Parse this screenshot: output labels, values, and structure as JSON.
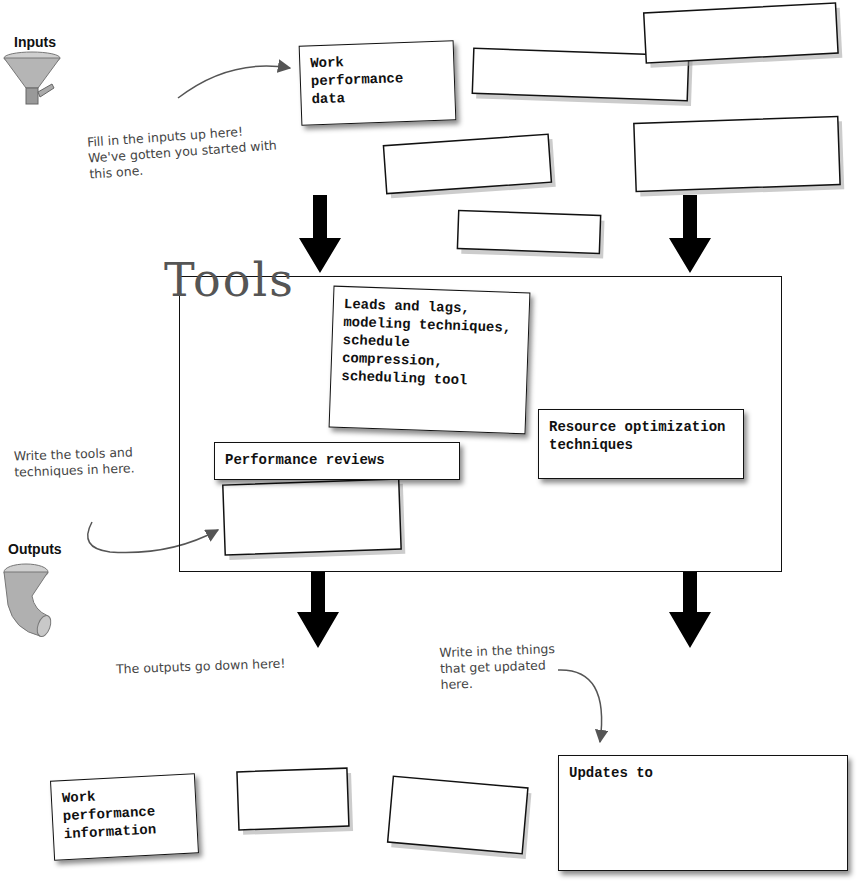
{
  "diagram": {
    "nodes": [
      {
        "text": [
          "Work performance data"
        ]
      },
      {
        "text": [
          "Tools"
        ]
      },
      {
        "text": [
          "Leads and lags, modeling techniques, schedule compression, scheduling tool"
        ],
        "in": 1
      },
      {
        "text": [
          "Resource optimization techniques"
        ],
        "in": 1
      },
      {
        "text": [
          "Performance reviews"
        ],
        "in": 1
      },
      {
        "text": [
          "Work performance information"
        ]
      },
      {
        "text": [
          "Updates to"
        ]
      }
    ],
    "labels": [
      "Inputs",
      "Fill in the inputs up here! We've gotten you started with this one.",
      "Write the tools and techniques in here.",
      "Outputs",
      "The outputs go down here!",
      "Write in the things that get updated here."
    ]
  }
}
